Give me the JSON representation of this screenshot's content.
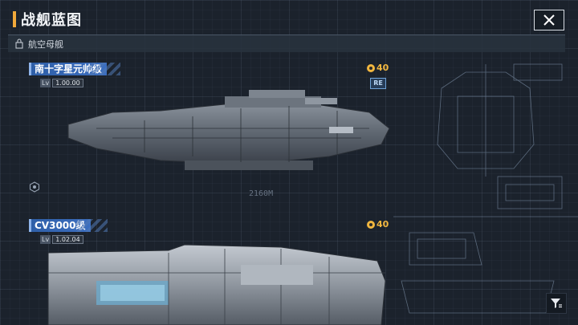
{
  "header": {
    "title": "战舰蓝图"
  },
  "subbar": {
    "category": "航空母舰"
  },
  "ships": [
    {
      "name": "南十字星元帅级",
      "level_tag": "Lv",
      "level": "1.00.00",
      "cost": "40",
      "badge": "RE"
    },
    {
      "name": "CV3000级",
      "level_tag": "Lv",
      "level": "1.02.04",
      "cost": "40"
    }
  ],
  "dimension_label": "2160M",
  "icons": {
    "close": "close-icon",
    "filter": "filter-icon",
    "lock": "lock-icon",
    "coin": "coin-icon",
    "hex": "hex-icon"
  },
  "colors": {
    "accent": "#f2a93b",
    "label_blue": "#3b6ec0",
    "cost_gold": "#f2b73f",
    "background": "#1b222c"
  }
}
